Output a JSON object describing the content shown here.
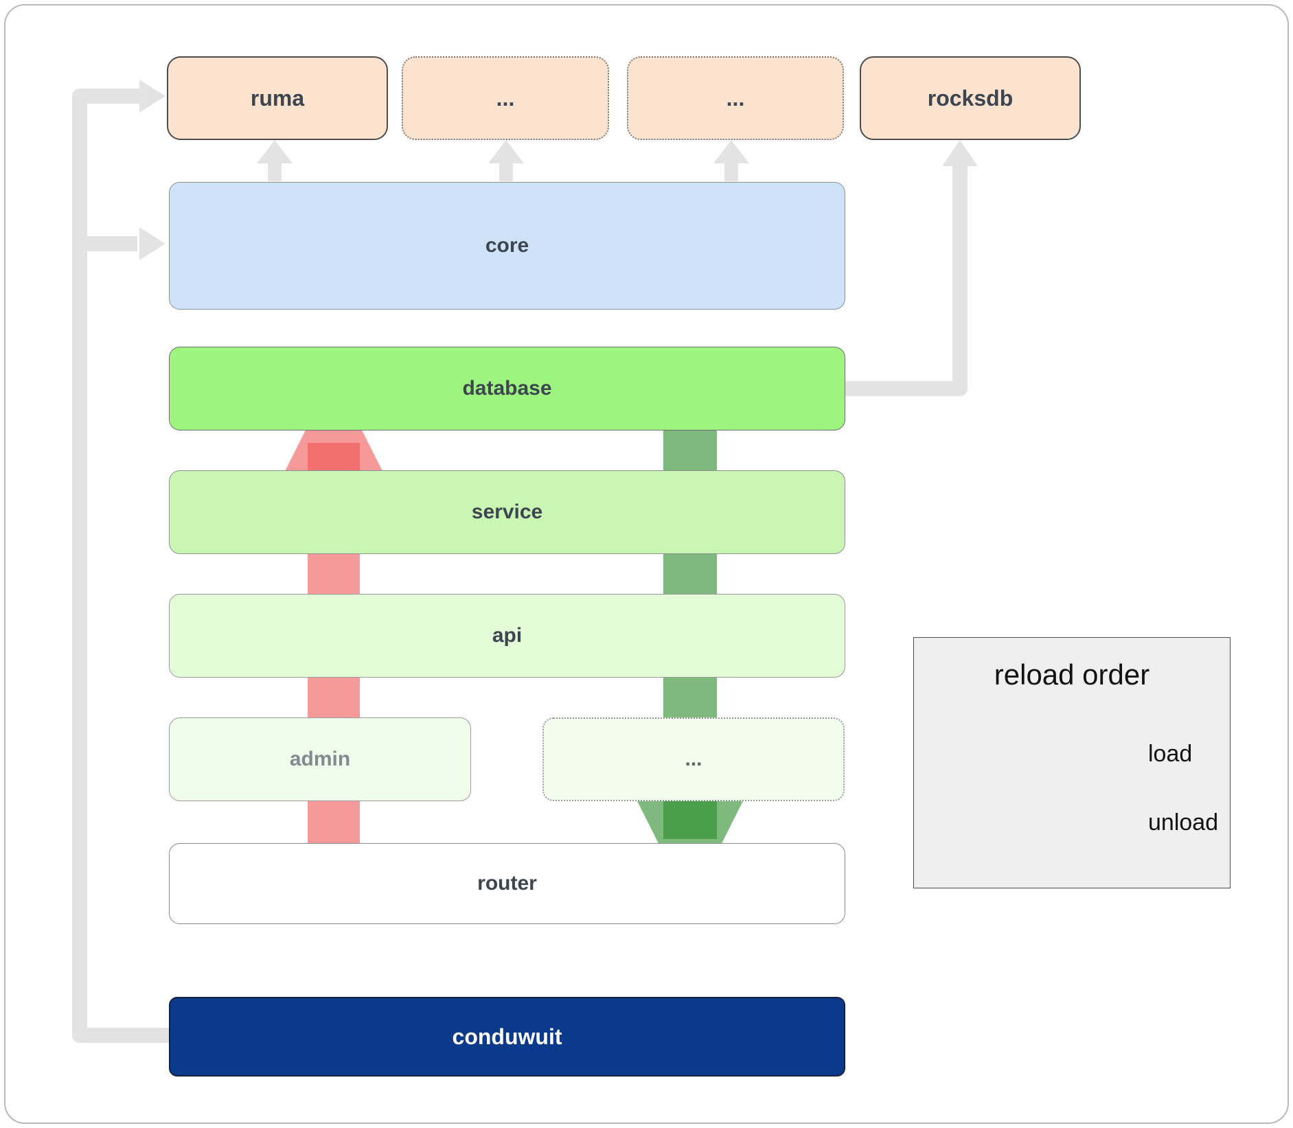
{
  "boxes": {
    "ruma": {
      "label": "ruma"
    },
    "dep2": {
      "label": "..."
    },
    "dep3": {
      "label": "..."
    },
    "rocksdb": {
      "label": "rocksdb"
    },
    "core": {
      "label": "core"
    },
    "database": {
      "label": "database"
    },
    "service": {
      "label": "service"
    },
    "api": {
      "label": "api"
    },
    "admin": {
      "label": "admin"
    },
    "more_services": {
      "label": "..."
    },
    "router": {
      "label": "router"
    },
    "conduwuit": {
      "label": "conduwuit"
    }
  },
  "legend": {
    "title": "reload order",
    "items": [
      {
        "label": "load",
        "color": "#2f8b2f"
      },
      {
        "label": "unload",
        "color": "#f06a6a"
      }
    ]
  },
  "colors": {
    "external_box": "#fbe3d0",
    "core": "#cfe3f8",
    "database": "#9df47e",
    "service": "#c9f6b2",
    "api": "#e4fbd8",
    "admin": "#f0fdea",
    "router": "#ffffff",
    "conduwuit": "#0b3a8c",
    "connector_gray": "#e3e3e3",
    "load_arrow": "rgba(40,140,40,0.6)",
    "unload_arrow": "rgba(240,85,85,0.6)"
  }
}
